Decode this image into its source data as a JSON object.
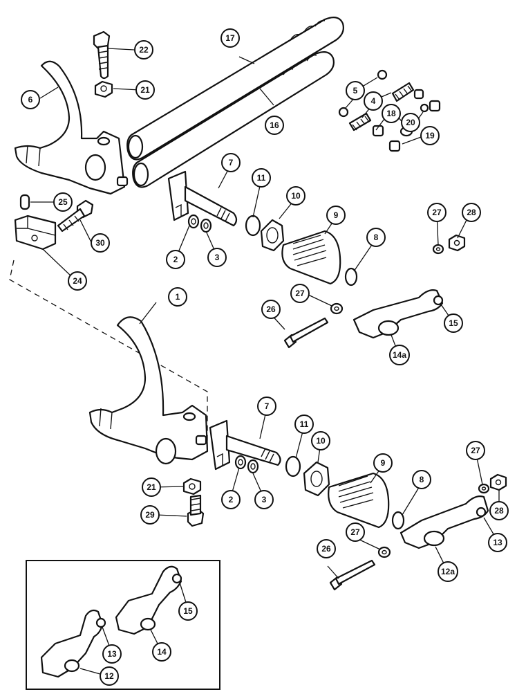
{
  "callouts": [
    {
      "label": "1"
    },
    {
      "label": "2"
    },
    {
      "label": "2"
    },
    {
      "label": "3"
    },
    {
      "label": "3"
    },
    {
      "label": "4"
    },
    {
      "label": "5"
    },
    {
      "label": "6"
    },
    {
      "label": "7"
    },
    {
      "label": "7"
    },
    {
      "label": "8"
    },
    {
      "label": "8"
    },
    {
      "label": "9"
    },
    {
      "label": "9"
    },
    {
      "label": "10"
    },
    {
      "label": "10"
    },
    {
      "label": "11"
    },
    {
      "label": "11"
    },
    {
      "label": "12"
    },
    {
      "label": "12a"
    },
    {
      "label": "13"
    },
    {
      "label": "13"
    },
    {
      "label": "14"
    },
    {
      "label": "14a"
    },
    {
      "label": "15"
    },
    {
      "label": "15"
    },
    {
      "label": "16"
    },
    {
      "label": "17"
    },
    {
      "label": "18"
    },
    {
      "label": "19"
    },
    {
      "label": "20"
    },
    {
      "label": "21"
    },
    {
      "label": "21"
    },
    {
      "label": "22"
    },
    {
      "label": "24"
    },
    {
      "label": "25"
    },
    {
      "label": "26"
    },
    {
      "label": "26"
    },
    {
      "label": "27"
    },
    {
      "label": "27"
    },
    {
      "label": "27"
    },
    {
      "label": "27"
    },
    {
      "label": "28"
    },
    {
      "label": "28"
    },
    {
      "label": "29"
    },
    {
      "label": "30"
    }
  ]
}
